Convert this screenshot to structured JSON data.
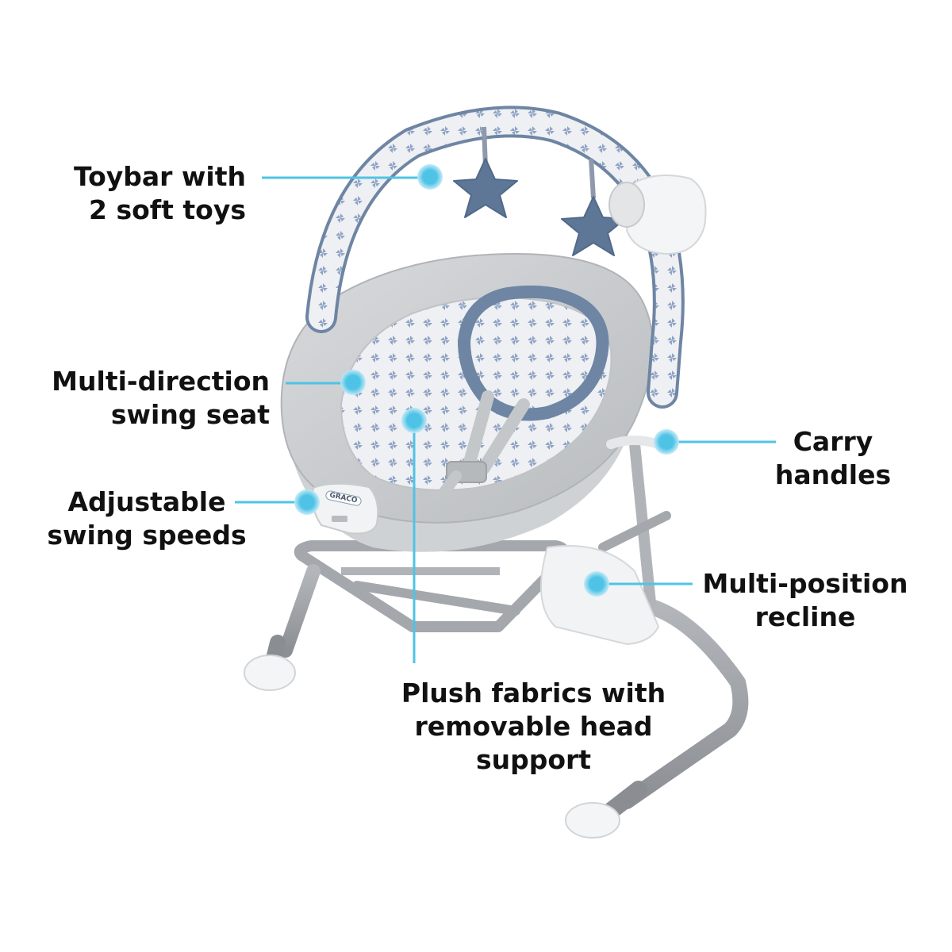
{
  "labels": {
    "toybar": {
      "lines": [
        "Toybar with",
        "2 soft toys"
      ]
    },
    "seat": {
      "lines": [
        "Multi-direction",
        "swing seat"
      ]
    },
    "speeds": {
      "lines": [
        "Adjustable",
        "swing speeds"
      ]
    },
    "handles": {
      "lines": [
        "Carry",
        "handles"
      ]
    },
    "recline": {
      "lines": [
        "Multi-position",
        "recline"
      ]
    },
    "fabrics": {
      "lines": [
        "Plush fabrics with",
        "removable head",
        "support"
      ]
    }
  },
  "brand": {
    "logo_text": "GRACO"
  },
  "colors": {
    "accent": "#4fc3e6",
    "accent_glow": "#bfe9f6",
    "text": "#111111",
    "fabric_gray": "#c9ccce",
    "trim_blue": "#6e85a3",
    "frame_gray": "#9a9ea3",
    "star_blue": "#5f7796"
  }
}
